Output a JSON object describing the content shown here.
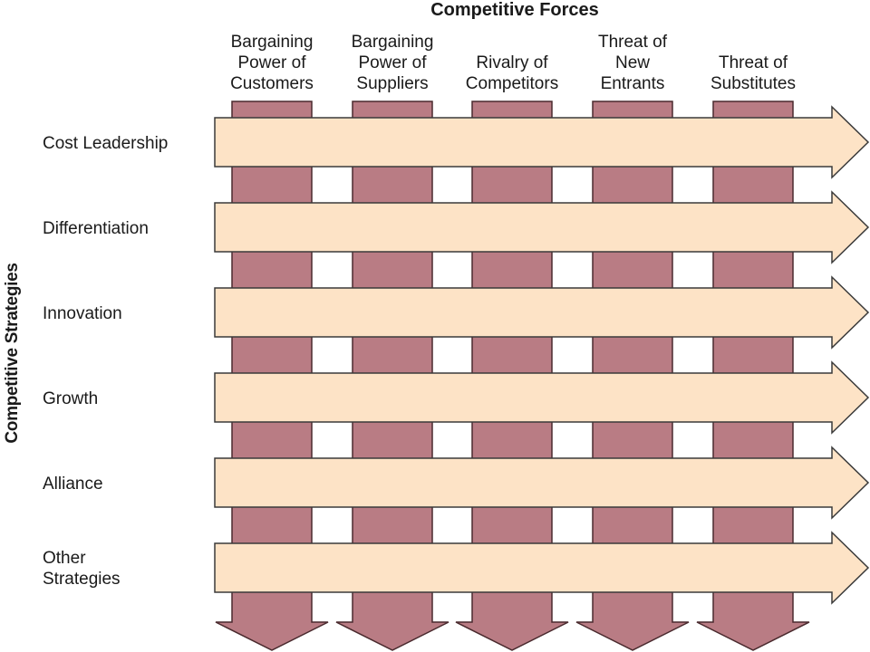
{
  "title_forces": "Competitive Forces",
  "title_strategies": "Competitive Strategies",
  "forces": [
    {
      "lines": [
        "Bargaining",
        "Power of",
        "Customers"
      ]
    },
    {
      "lines": [
        "Bargaining",
        "Power of",
        "Suppliers"
      ]
    },
    {
      "lines": [
        "Rivalry of",
        "Competitors"
      ]
    },
    {
      "lines": [
        "Threat of",
        "New",
        "Entrants"
      ]
    },
    {
      "lines": [
        "Threat of",
        "Substitutes"
      ]
    }
  ],
  "strategies": [
    {
      "lines": [
        "Cost Leadership"
      ]
    },
    {
      "lines": [
        "Differentiation"
      ]
    },
    {
      "lines": [
        "Innovation"
      ]
    },
    {
      "lines": [
        "Growth"
      ]
    },
    {
      "lines": [
        "Alliance"
      ]
    },
    {
      "lines": [
        "Other",
        "Strategies"
      ]
    }
  ],
  "colors": {
    "force_fill": "#b97c84",
    "force_stroke": "#4a2a2e",
    "strategy_fill": "#fde3c6",
    "strategy_stroke": "#3a3a3a"
  }
}
